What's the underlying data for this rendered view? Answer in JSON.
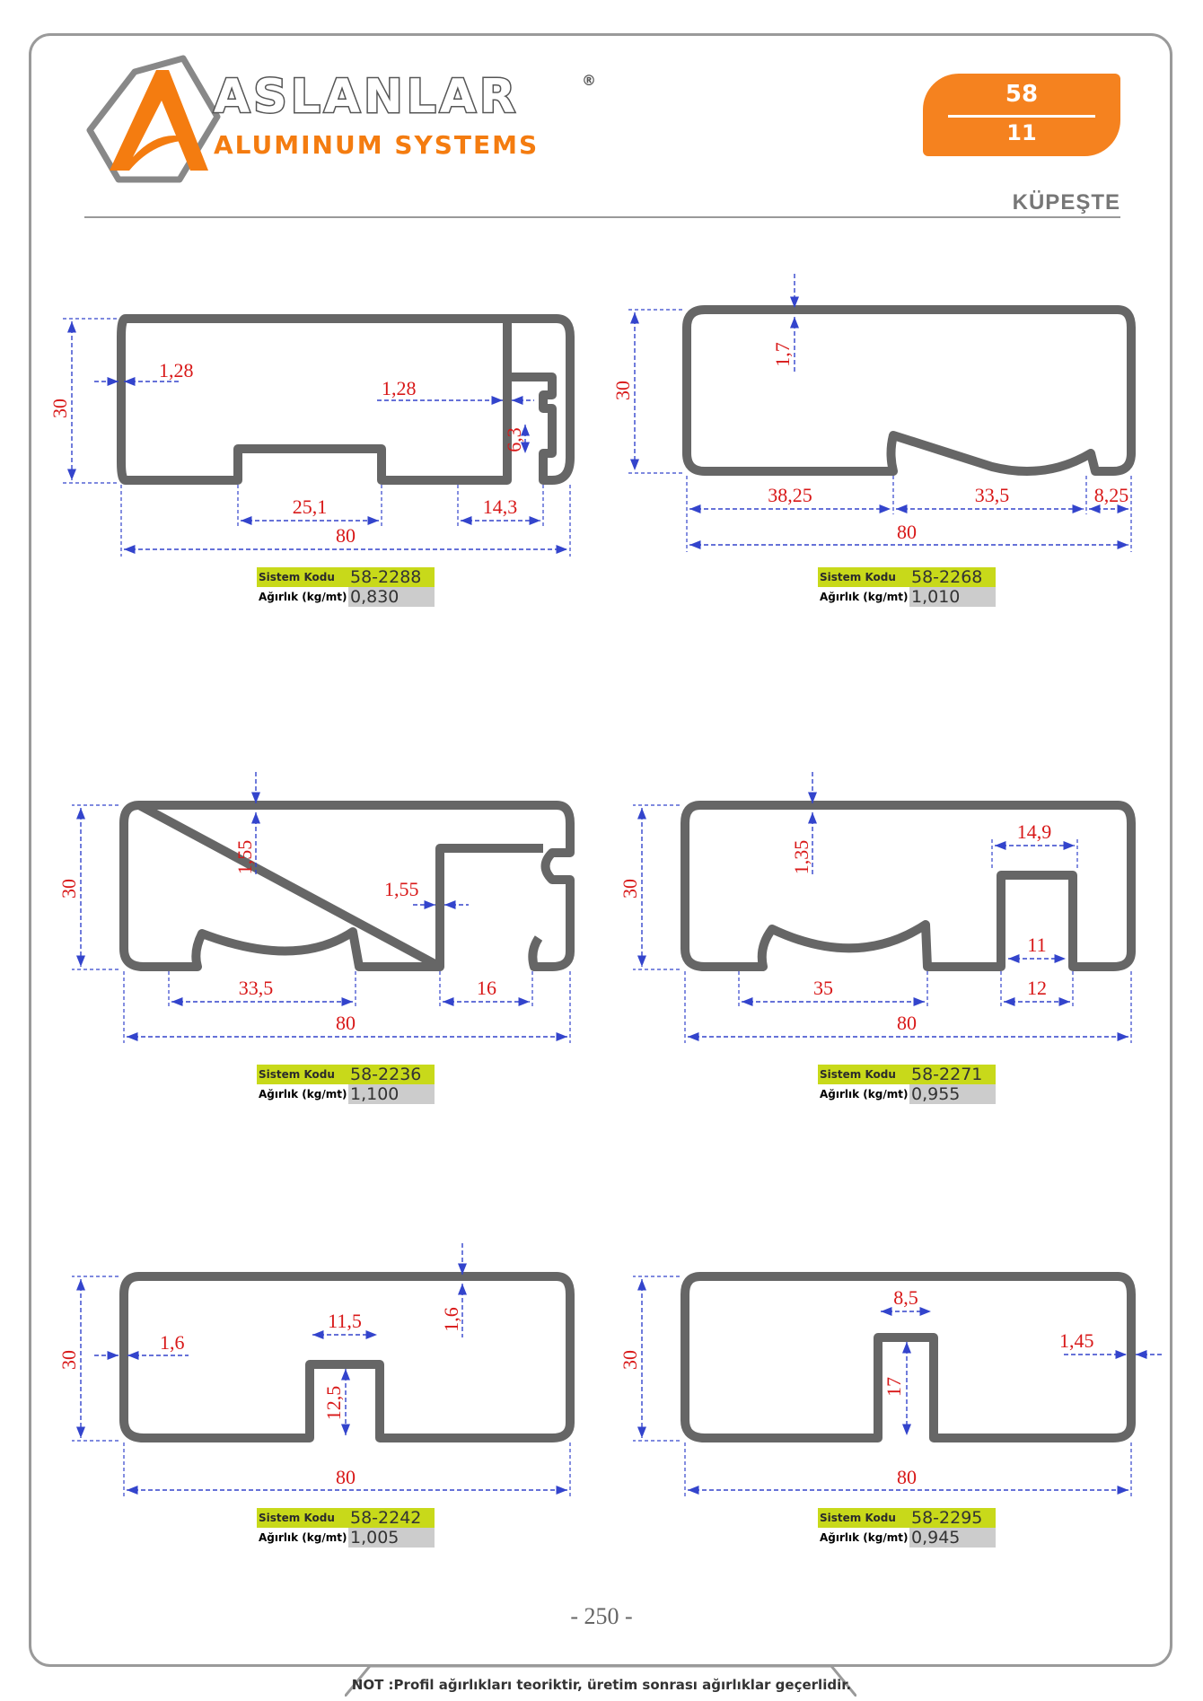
{
  "header": {
    "brand_name": "ASLANLAR",
    "brand_reg": "®",
    "brand_sub": "ALUMINUM SYSTEMS",
    "badge_top": "58",
    "badge_bottom": "11",
    "category": "KÜPEŞTE"
  },
  "labels": {
    "system_code": "Sistem Kodu",
    "weight": "Ağırlık (kg/mt)"
  },
  "colors": {
    "accent_orange": "#f5821f",
    "code_green": "#c8d91a",
    "dimension_blue": "#3344cc",
    "dimension_red": "#d81818"
  },
  "profiles": [
    {
      "code": "58-2288",
      "weight": "0,830",
      "dims": {
        "height": "30",
        "width": "80",
        "wall_left": "1,28",
        "wall_mid": "1,28",
        "slot": "6,3",
        "channel": "25,1",
        "right": "14,3"
      }
    },
    {
      "code": "58-2268",
      "weight": "1,010",
      "dims": {
        "height": "30",
        "width": "80",
        "wall_top": "1,7",
        "left": "38,25",
        "groove": "33,5",
        "right": "8,25"
      }
    },
    {
      "code": "58-2236",
      "weight": "1,100",
      "dims": {
        "height": "30",
        "width": "80",
        "wall_top": "1,55",
        "wall_mid": "1,55",
        "groove": "33,5",
        "right": "16"
      }
    },
    {
      "code": "58-2271",
      "weight": "0,955",
      "dims": {
        "height": "30",
        "width": "80",
        "wall_top": "1,35",
        "box_top": "14,9",
        "inner": "11",
        "bottom": "12",
        "groove": "35"
      }
    },
    {
      "code": "58-2242",
      "weight": "1,005",
      "dims": {
        "height": "30",
        "width": "80",
        "wall_left": "1,6",
        "wall_top": "1,6",
        "slot_w": "11,5",
        "slot_h": "12,5"
      }
    },
    {
      "code": "58-2295",
      "weight": "0,945",
      "dims": {
        "height": "30",
        "width": "80",
        "wall_right": "1,45",
        "slot_w": "8,5",
        "slot_h": "17"
      }
    }
  ],
  "footer": {
    "page_number": "- 250 -",
    "note": "NOT :Profil ağırlıkları teoriktir, üretim sonrası ağırlıklar geçerlidir."
  }
}
